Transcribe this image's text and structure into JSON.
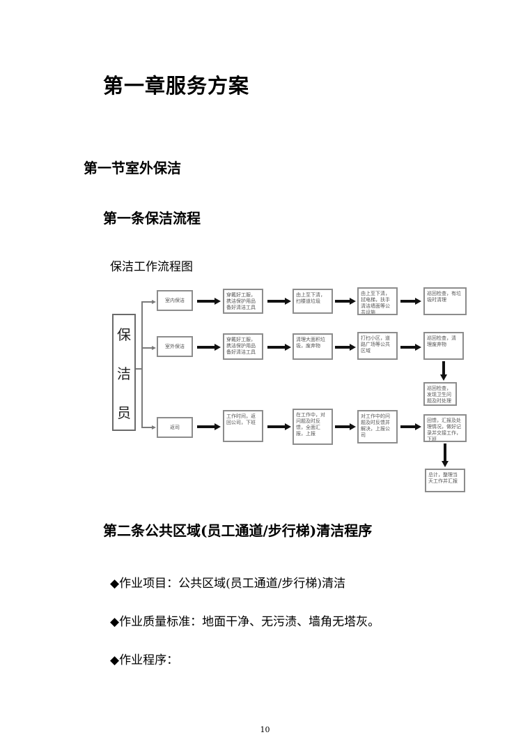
{
  "chapter_title": "第一章服务方案",
  "section_title": "第一节室外保洁",
  "article1_title": "第一条保洁流程",
  "figure_caption": "保洁工作流程图",
  "flowchart": {
    "staff_chars": [
      "保",
      "洁",
      "员"
    ],
    "row1": [
      "室内保洁",
      "穿戴好工服，携洁保护用品备好清洁工具",
      "由上至下清，扫楼道垃圾",
      "由上至下清，拭电梯，扶手清洁墙面等公共设施",
      "巡回检查，有垃圾时清理"
    ],
    "row2": [
      "室外保洁",
      "穿戴好工服，携洁保护用品备好清洁工具",
      "清理大面积垃圾，废弃物",
      "打扫小区，道路广场等公共区域",
      "巡回检查，清理废弃物"
    ],
    "row2_down": "巡回检查，发现卫生问题及时处理",
    "row3": [
      "返司",
      "工作时间，返回公司，下班",
      "在工作中，对问题及时反馈，全面汇报，上报",
      "对工作中的问题及时反馈并解决，上报公司",
      "回馈，汇报及处理情况，做好记录并交接工作，下班"
    ],
    "row3_down": "总计，整理当天工作并汇报"
  },
  "article2_title": "第二条公共区域(员工通道/步行梯)清洁程序",
  "bullets": [
    "◆作业项目：公共区域(员工通道/步行梯)清洁",
    "◆作业质量标准：地面干净、无污渍、墙角无塔灰。",
    "◆作业程序："
  ],
  "page_number": "10"
}
